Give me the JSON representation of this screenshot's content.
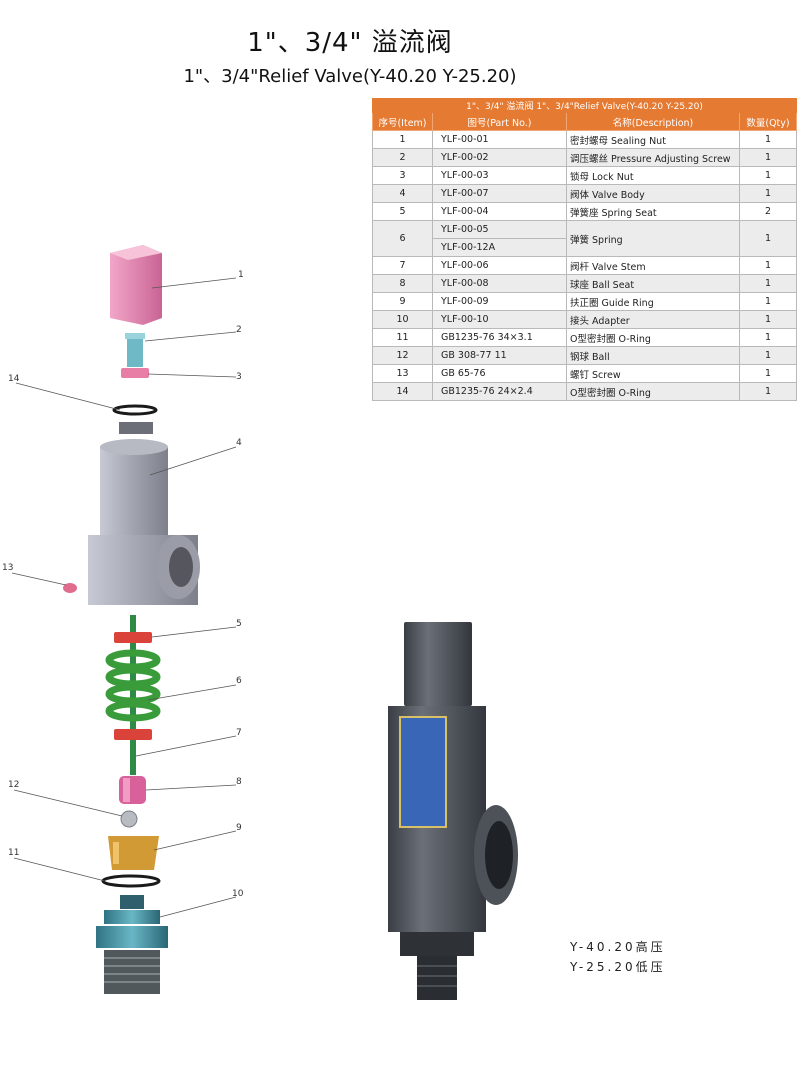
{
  "title": {
    "cn": "1\"、3/4\" 溢流阀",
    "en": "1\"、3/4\"Relief Valve(Y-40.20 Y-25.20)"
  },
  "table": {
    "caption": "1\"、3/4\" 溢流阀 1\"、3/4\"Relief Valve(Y-40.20 Y-25.20)",
    "headers": {
      "item": "序号(Item)",
      "part": "图号(Part No.)",
      "desc": "名称(Description)",
      "qty": "数量(Qty)"
    },
    "rows": [
      {
        "item": "1",
        "part": "YLF-00-01",
        "desc": "密封螺母 Sealing Nut",
        "qty": "1"
      },
      {
        "item": "2",
        "part": "YLF-00-02",
        "desc": "调压螺丝 Pressure Adjusting Screw",
        "qty": "1"
      },
      {
        "item": "3",
        "part": "YLF-00-03",
        "desc": "锁母 Lock Nut",
        "qty": "1"
      },
      {
        "item": "4",
        "part": "YLF-00-07",
        "desc": "阀体 Valve Body",
        "qty": "1"
      },
      {
        "item": "5",
        "part": "YLF-00-04",
        "desc": "弹簧座 Spring Seat",
        "qty": "2"
      },
      {
        "item": "6",
        "part": "YLF-00-05",
        "part2": "YLF-00-12A",
        "desc": "弹簧 Spring",
        "qty": "1"
      },
      {
        "item": "7",
        "part": "YLF-00-06",
        "desc": "阀杆 Valve Stem",
        "qty": "1"
      },
      {
        "item": "8",
        "part": "YLF-00-08",
        "desc": "球座 Ball Seat",
        "qty": "1"
      },
      {
        "item": "9",
        "part": "YLF-00-09",
        "desc": "扶正圈 Guide Ring",
        "qty": "1"
      },
      {
        "item": "10",
        "part": "YLF-00-10",
        "desc": "接头 Adapter",
        "qty": "1"
      },
      {
        "item": "11",
        "part": "GB1235-76 34×3.1",
        "desc": "O型密封圈 O-Ring",
        "qty": "1"
      },
      {
        "item": "12",
        "part": "GB 308-77 11",
        "desc": "钢球 Ball",
        "qty": "1"
      },
      {
        "item": "13",
        "part": "GB 65-76",
        "desc": "螺钉 Screw",
        "qty": "1"
      },
      {
        "item": "14",
        "part": "GB1235-76 24×2.4",
        "desc": "O型密封圈 O-Ring",
        "qty": "1"
      }
    ]
  },
  "callouts": [
    "1",
    "2",
    "3",
    "14",
    "4",
    "13",
    "5",
    "6",
    "7",
    "8",
    "12",
    "9",
    "11",
    "10"
  ],
  "models": {
    "line1": "Y-40.20高压",
    "line2": "Y-25.20低压"
  },
  "colors": {
    "accent": "#e57a32",
    "body_gray": "#9fa1ad",
    "nut_pink": "#e58ab3",
    "spring_green": "#3a9b3a",
    "seat_red": "#d9433a",
    "guide_gold": "#d29a34",
    "adapter_teal": "#3d8ea0",
    "photo_gray": "#4a4f55",
    "plate_blue": "#3a66b8"
  }
}
